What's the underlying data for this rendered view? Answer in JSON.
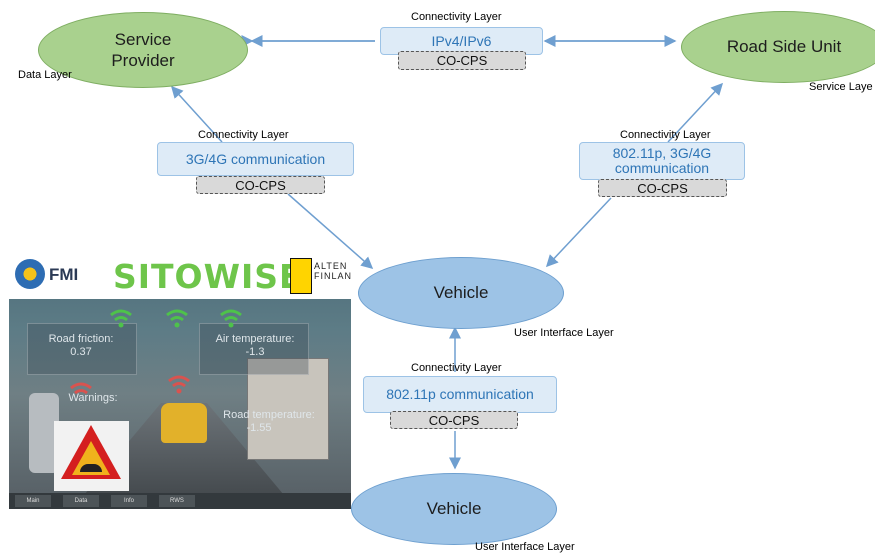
{
  "nodes": {
    "service_provider": "Service\nProvider",
    "road_side_unit": "Road Side Unit",
    "vehicle_top": "Vehicle",
    "vehicle_bottom": "Vehicle"
  },
  "layer_labels": {
    "top_center": "Connectivity Layer",
    "left": "Connectivity Layer",
    "right": "Connectivity Layer",
    "bottom": "Connectivity Layer",
    "data_layer": "Data Layer",
    "service_layer": "Service Laye",
    "ui_layer_top": "User Interface Layer",
    "ui_layer_bottom": "User Interface Layer"
  },
  "links": {
    "top_center": "IPv4/IPv6",
    "left": "3G/4G communication",
    "right": "802.11p, 3G/4G\ncommunication",
    "bottom": "802.11p communication"
  },
  "protocol": {
    "top_center": "CO-CPS",
    "left": "CO-CPS",
    "right": "CO-CPS",
    "bottom": "CO-CPS"
  },
  "app_screenshot": {
    "fmi": "FMI",
    "sitowise": "SITOWISE",
    "alten": "ALTEN\nFINLAND",
    "road_friction_label": "Road friction:",
    "road_friction_value": "0.37",
    "air_temp_label": "Air temperature:",
    "air_temp_value": "-1.3",
    "warnings_label": "Warnings:",
    "road_temp_label": "Road temperature:",
    "road_temp_value": "-1.55",
    "tabs": [
      "Main",
      "Data",
      "Info",
      "RWS"
    ]
  },
  "colors": {
    "green_node": "#a9d18e",
    "blue_node": "#9dc3e6",
    "link_box": "#deebf7",
    "arrow": "#6f9fd0"
  }
}
